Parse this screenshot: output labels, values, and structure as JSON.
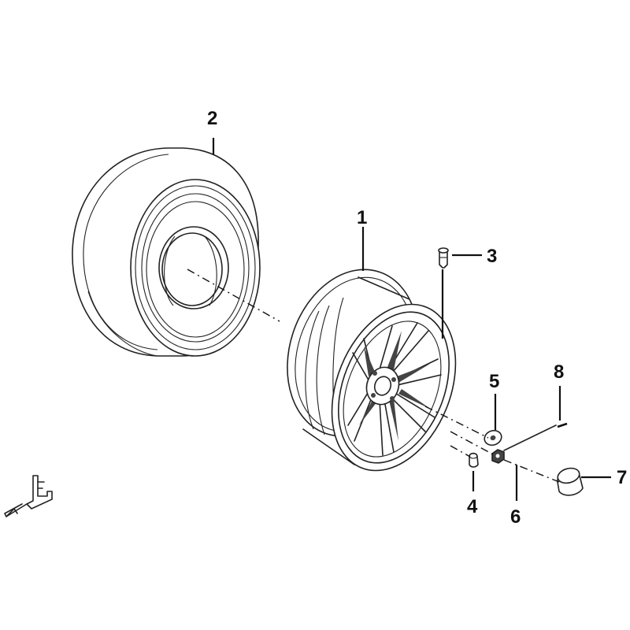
{
  "callouts": {
    "c1": "1",
    "c2": "2",
    "c3": "3",
    "c4": "4",
    "c5": "5",
    "c6": "6",
    "c7": "7",
    "c8": "8"
  },
  "icons": {
    "front_arrow": "front-direction-arrow-icon"
  }
}
